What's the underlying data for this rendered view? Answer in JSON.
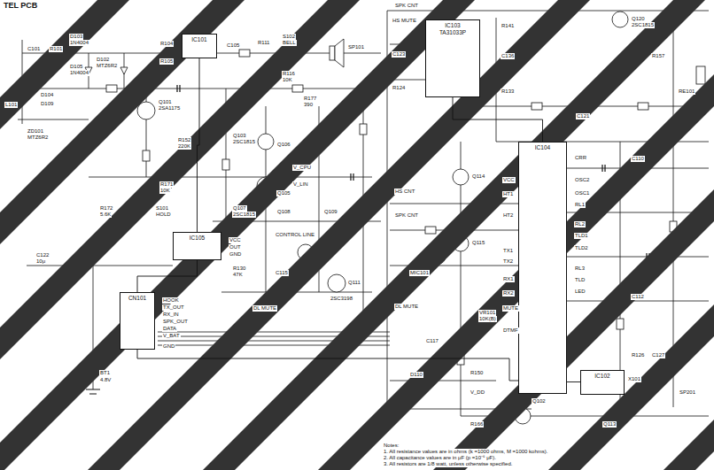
{
  "diagram": {
    "title": "TEL PCB",
    "nodes": [
      {
        "text": [
          "IC101"
        ]
      },
      {
        "text": [
          "IC105"
        ]
      },
      {
        "text": [
          "CN101"
        ]
      },
      {
        "text": [
          "IC103",
          "TA31033P"
        ]
      },
      {
        "text": [
          "IC104"
        ]
      },
      {
        "text": [
          "IC102"
        ]
      }
    ],
    "edges": [
      {
        "from": 0,
        "to": 1,
        "arrow": "none"
      },
      {
        "from": 1,
        "to": 2,
        "arrow": "none"
      },
      {
        "from": 2,
        "to": 4,
        "arrow": "none"
      },
      {
        "from": 3,
        "to": 4,
        "arrow": "none"
      },
      {
        "from": 4,
        "to": 5,
        "arrow": "none"
      }
    ],
    "labels": [
      "C101",
      "R101",
      "D103",
      "1N4004",
      "D105",
      "1N4004",
      "D102",
      "MTZ6R2",
      "R104",
      "R105",
      "C105",
      "R111",
      "S102",
      "BELL",
      "SP101",
      "R116",
      "10K",
      "R177",
      "390",
      "D104",
      "D109",
      "ZD101",
      "MTZ6R2",
      "L101",
      "Q101",
      "2SA1175",
      "R152",
      "220K",
      "R171",
      "10K",
      "S101",
      "HOLD",
      "R172",
      "5.6K",
      "C122",
      "10μ",
      "VCC",
      "OUT",
      "GND",
      "Q103",
      "2SC1815",
      "V_CPU",
      "V_LIN",
      "Q105",
      "Q106",
      "Q107",
      "2SC1815",
      "Q108",
      "Q109",
      "CONTROL LINE",
      "R130",
      "47K",
      "Q111",
      "2SC3198",
      "C115",
      "DL MUTE",
      "HOOK",
      "TX_OUT",
      "RX_IN",
      "SPK_OUT",
      "DATA",
      "V_BAT",
      "GND",
      "BT1",
      "4.8V",
      "SPK CNT",
      "HS MUTE",
      "C123",
      "R124",
      "R141",
      "C136",
      "Q120",
      "2SC1815",
      "R157",
      "RE101",
      "C121",
      "R133",
      "HS CNT",
      "SPK CNT",
      "Q114",
      "Q115",
      "MIC101",
      "DL MUTE",
      "VR101",
      "10K(B)",
      "C117",
      "R150",
      "V_DD",
      "X101",
      "SP201",
      "CRR",
      "OSC2",
      "OSC1",
      "RL1",
      "RL2",
      "TLD1",
      "TLD2",
      "RL3",
      "TLD",
      "LED",
      "VCC",
      "HT1",
      "HT2",
      "TX1",
      "TX2",
      "RX1",
      "RX2",
      "MUTE",
      "DTMF",
      "C110",
      "C112",
      "R126",
      "C127",
      "Q102",
      "Q113",
      "R166",
      "D110",
      "Notes:",
      "1. All resistance values are in ohms (k =1000 ohms, M =1000 kohms).",
      "2. All capacitance values are in μF (p =10⁻⁶ μF).",
      "3. All resistors are 1/8 watt, unless otherwise specified."
    ]
  }
}
